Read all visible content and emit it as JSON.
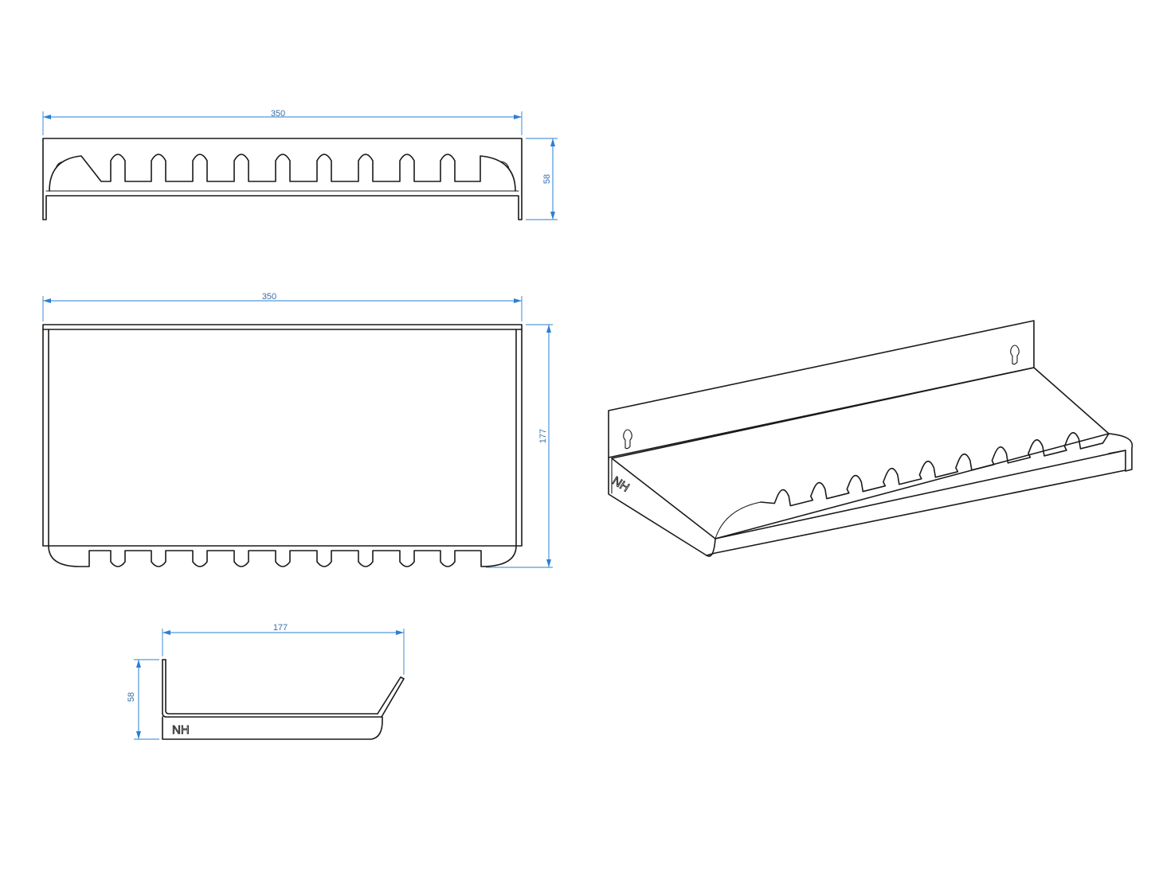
{
  "front_view": {
    "width_label": "350",
    "height_label": "58"
  },
  "top_view": {
    "width_label": "350",
    "depth_label": "177"
  },
  "side_view": {
    "depth_label": "177",
    "height_label": "58",
    "logo_text": "NH"
  },
  "iso_view": {
    "logo_text": "NH"
  },
  "colors": {
    "outline": "#1a1a1a",
    "dimension": "#2a7fd4"
  },
  "icons": {
    "arrow": "dimension-arrow-icon",
    "keyhole": "keyhole-slot-icon"
  }
}
